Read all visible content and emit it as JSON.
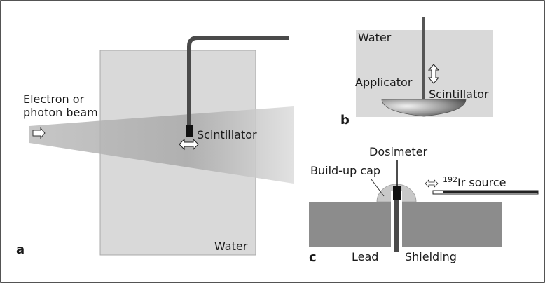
{
  "panels": {
    "a": {
      "letter": "a",
      "beam_line1": "Electron or",
      "beam_line2": "photon beam",
      "detector": "Scintillator",
      "medium": "Water"
    },
    "b": {
      "letter": "b",
      "medium": "Water",
      "applicator": "Applicator",
      "detector": "Scintillator"
    },
    "c": {
      "letter": "c",
      "dosimeter": "Dosimeter",
      "cap": "Build-up cap",
      "source_sup": "192",
      "source_rest": "Ir source",
      "lead": "Lead",
      "shielding": "Shielding"
    }
  },
  "colors": {
    "border": "#1a1a1a",
    "water_tank": "#d9d9d9",
    "fiber": "#4a4a4a",
    "lead_block": "#8c8c8c",
    "build_up_cap": "#c8c8c8"
  }
}
